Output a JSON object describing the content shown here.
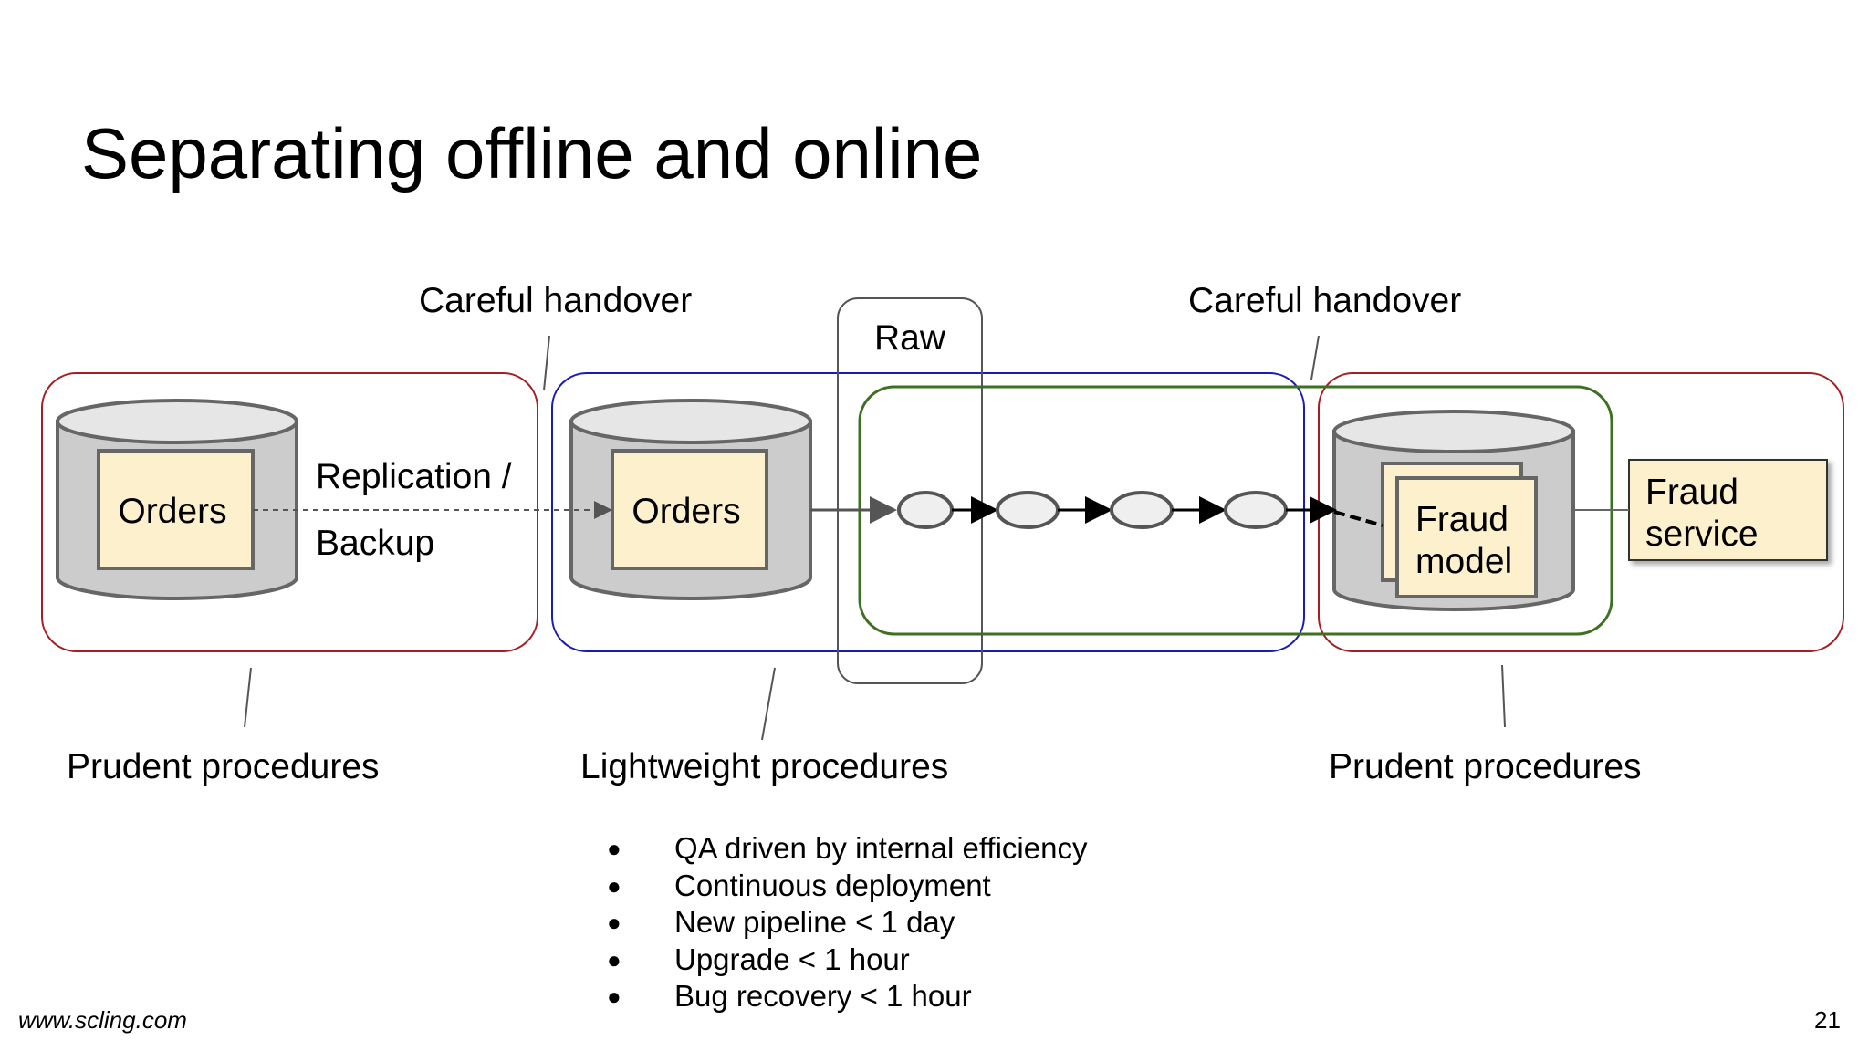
{
  "title": "Separating offline and online",
  "handover_left": "Careful handover",
  "handover_right": "Careful handover",
  "raw_label": "Raw",
  "db_left_label": "Orders",
  "db_mid_label": "Orders",
  "replication_line1": "Replication /",
  "replication_line2": "Backup",
  "fraud_model_line1": "Fraud",
  "fraud_model_line2": "model",
  "fraud_service_line1": "Fraud",
  "fraud_service_line2": "service",
  "procedures": {
    "left": "Prudent procedures",
    "middle": "Lightweight procedures",
    "right": "Prudent procedures"
  },
  "bullets": [
    "QA driven by internal efficiency",
    "Continuous deployment",
    "New pipeline < 1 day",
    "Upgrade < 1 hour",
    "Bug recovery < 1 hour"
  ],
  "footer_url": "www.scling.com",
  "page_number": "21",
  "colors": {
    "prudent_border": "#a31f24",
    "lightweight_border": "#1b1bb4",
    "pipeline_border": "#3d7020",
    "raw_border": "#555555",
    "db_fill": "#cccccc",
    "db_top_fill": "#e6e6e6",
    "label_box_fill": "#fdf0cc",
    "dataset_fill": "#efefef"
  },
  "icons": {
    "database": "cylinder-database-icon",
    "dataset": "ellipse-dataset-icon",
    "arrow": "arrow-right-icon"
  }
}
